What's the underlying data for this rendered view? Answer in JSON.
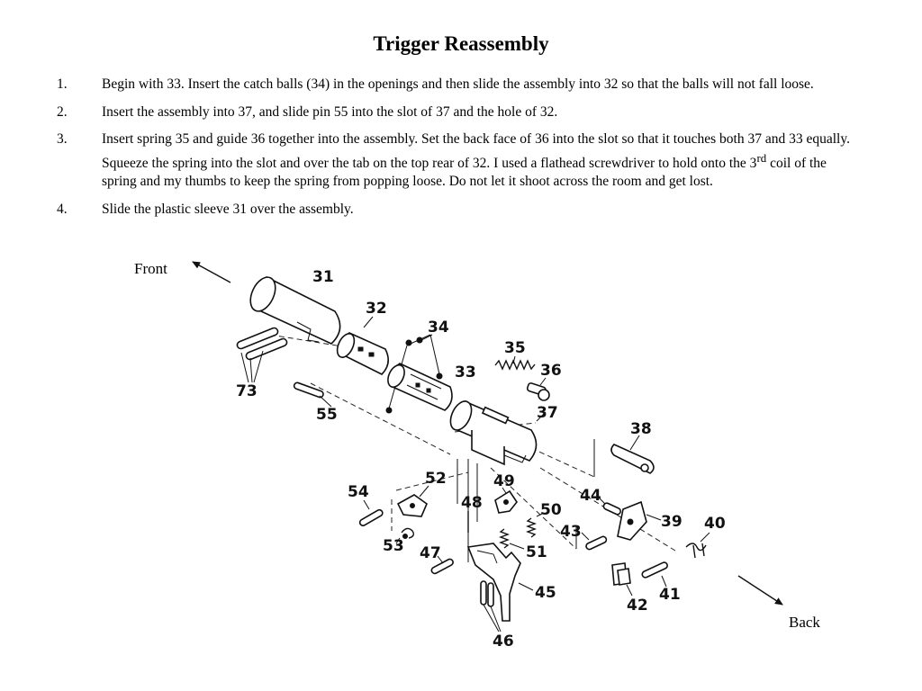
{
  "title": "Trigger Reassembly",
  "steps": [
    {
      "num": "1.",
      "text": "Begin with 33.  Insert the catch balls (34) in the openings and then slide the assembly into 32 so that the balls will not fall loose."
    },
    {
      "num": "2.",
      "text": "Insert the assembly into 37, and slide pin 55 into the slot of 37 and the hole of 32."
    },
    {
      "num": "3.",
      "text_before": "Insert spring 35 and guide 36 together into the assembly.  Set the back face of 36 into the slot so that it touches both 37 and 33 equally.  Squeeze the spring into the slot and over the tab on the top rear of 32.  I used a flathead screwdriver to hold onto the 3",
      "sup": "rd",
      "text_after": " coil of the spring and my thumbs to keep the spring from popping loose.  Do not let it shoot across the room and get lost."
    },
    {
      "num": "4.",
      "text": "Slide the plastic sleeve 31 over the assembly."
    }
  ],
  "labels": {
    "front": "Front",
    "back": "Back"
  },
  "parts": {
    "p31": "31",
    "p32": "32",
    "p33": "33",
    "p34": "34",
    "p35": "35",
    "p36": "36",
    "p37": "37",
    "p38": "38",
    "p39": "39",
    "p40": "40",
    "p41": "41",
    "p42": "42",
    "p43": "43",
    "p44": "44",
    "p45": "45",
    "p46": "46",
    "p47": "47",
    "p48": "48",
    "p49": "49",
    "p50": "50",
    "p51": "51",
    "p52": "52",
    "p53": "53",
    "p54": "54",
    "p55": "55",
    "p73": "73"
  }
}
